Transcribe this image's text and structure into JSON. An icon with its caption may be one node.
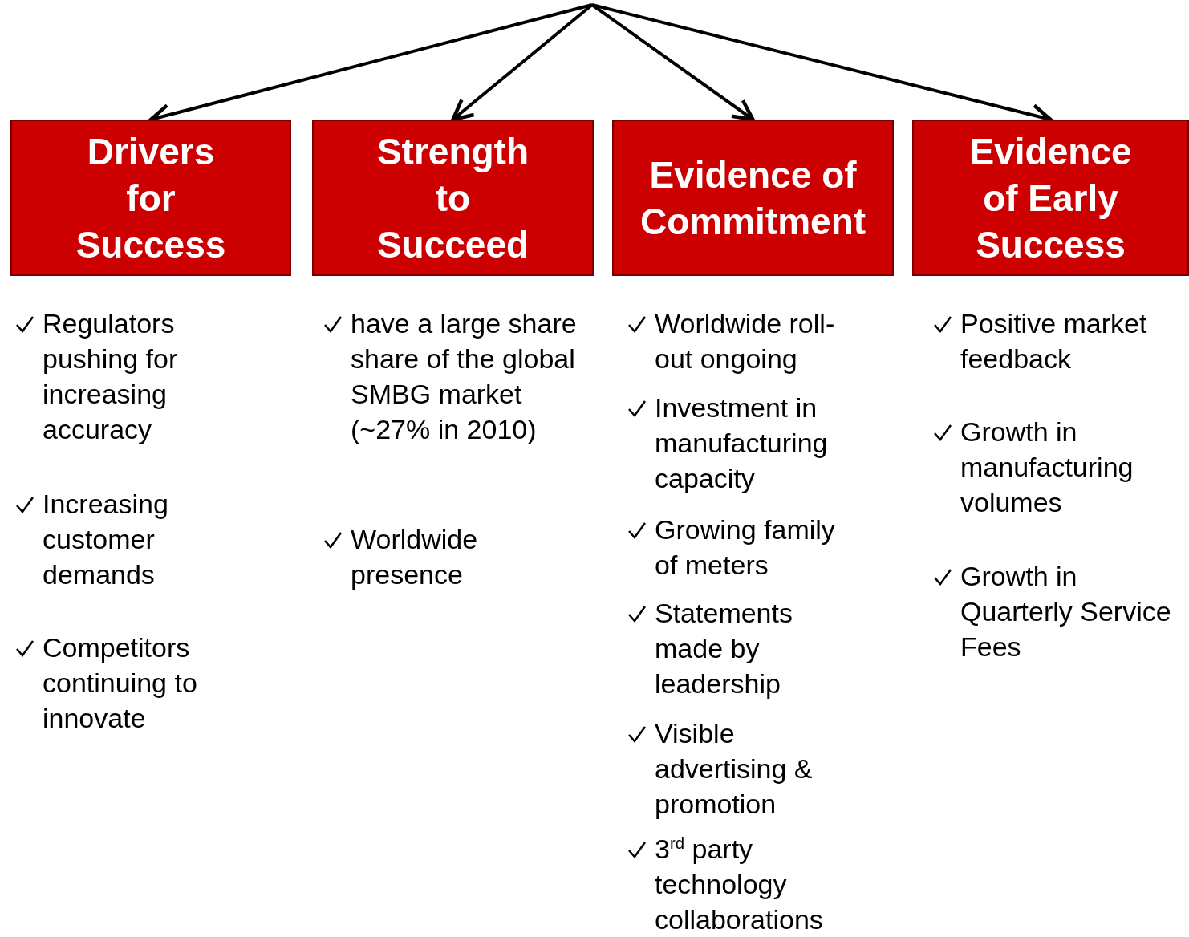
{
  "diagram": {
    "nodes": [
      {
        "text": [
          "Drivers for Success"
        ]
      },
      {
        "text": [
          "Strength to Succeed"
        ]
      },
      {
        "text": [
          "Evidence of Commitment"
        ]
      },
      {
        "text": [
          "Evidence of Early Success"
        ]
      }
    ],
    "edges": [
      {
        "from": null,
        "to": 0,
        "arrow": "to"
      },
      {
        "from": null,
        "to": 1,
        "arrow": "to"
      },
      {
        "from": null,
        "to": 2,
        "arrow": "to"
      },
      {
        "from": null,
        "to": 3,
        "arrow": "to"
      }
    ],
    "labels": [
      "Regulators pushing for increasing accuracy",
      "Increasing customer demands",
      "Competitors continuing to innovate",
      "have a large share share of the global SMBG market (~27% in 2010)",
      "Worldwide presence",
      "Worldwide roll-out ongoing",
      "Investment in manufacturing capacity",
      "Growing family of meters",
      "Statements made by leadership",
      "Visible advertising & promotion",
      "3$^{rd}$ party technology collaborations",
      "Positive market feedback",
      "Growth in manufacturing volumes",
      "Growth in Quarterly Service Fees"
    ]
  }
}
